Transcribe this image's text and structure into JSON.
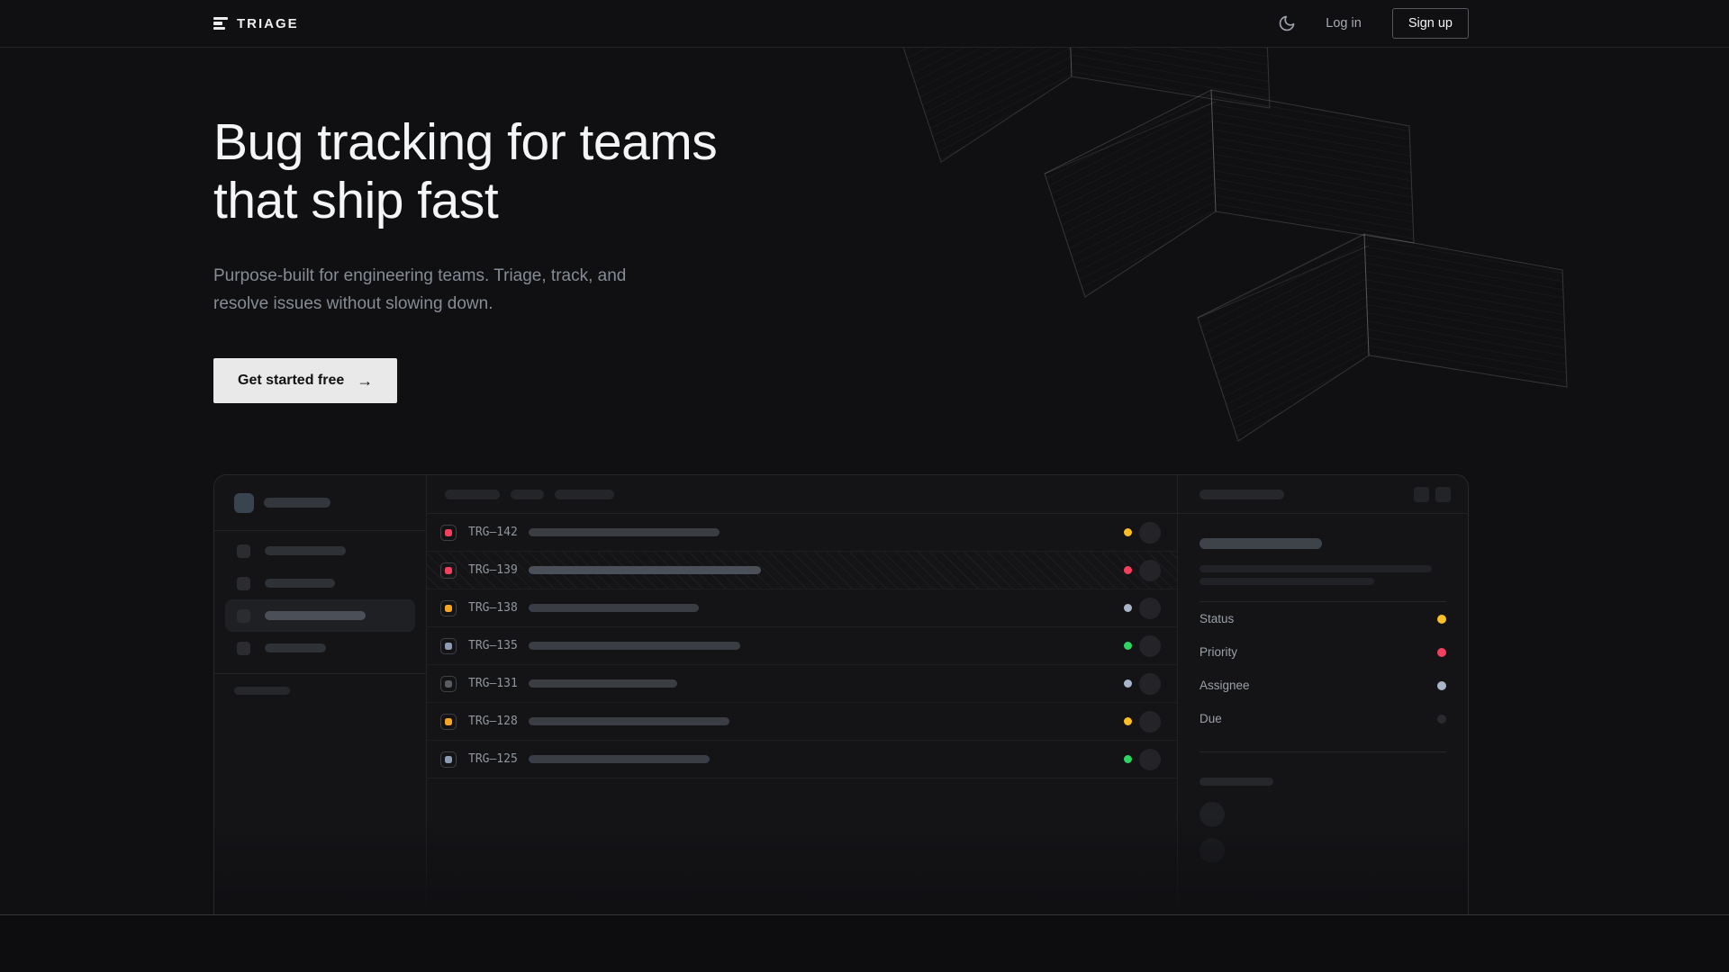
{
  "nav": {
    "brand": "TRIAGE",
    "login_label": "Log in",
    "signup_label": "Sign up"
  },
  "hero": {
    "title_line1": "Bug tracking for teams",
    "title_line2": "that ship fast",
    "subtitle": "Purpose-built for engineering teams. Triage, track, and resolve issues without slowing down.",
    "cta_label": "Get started free",
    "cta_arrow": "→"
  },
  "app_mockup": {
    "issues": [
      {
        "id": "TRG–142",
        "icon_color": "#f43f5e",
        "title_bar_width": 212,
        "status_color": "#fbbf24",
        "selected": false
      },
      {
        "id": "TRG–139",
        "icon_color": "#f43f5e",
        "title_bar_width": 258,
        "status_color": "#f43f5e",
        "selected": true
      },
      {
        "id": "TRG–138",
        "icon_color": "#f5a623",
        "title_bar_width": 189,
        "status_color": "#a9b6c9",
        "selected": false
      },
      {
        "id": "TRG–135",
        "icon_color": "#8d9cb3",
        "title_bar_width": 235,
        "status_color": "#2dd563",
        "selected": false
      },
      {
        "id": "TRG–131",
        "icon_color": "#595c63",
        "title_bar_width": 165,
        "status_color": "#a9b6c9",
        "selected": false
      },
      {
        "id": "TRG–128",
        "icon_color": "#f5a623",
        "title_bar_width": 223,
        "status_color": "#fbbf24",
        "selected": false
      },
      {
        "id": "TRG–125",
        "icon_color": "#8d9cb3",
        "title_bar_width": 201,
        "status_color": "#2dd563",
        "selected": false
      }
    ],
    "detail_panel": {
      "properties": [
        {
          "label": "Status",
          "color": "#fbbf24"
        },
        {
          "label": "Priority",
          "color": "#f43f5e"
        },
        {
          "label": "Assignee",
          "color": "#a9b6c9"
        },
        {
          "label": "Due",
          "color": "#2a2b30"
        }
      ]
    }
  },
  "colors": {
    "page_bg": "#101013",
    "mockup_bg": "#141417",
    "cta_bg": "#e9e9ea",
    "amber": "#fbbf24",
    "pink": "#f43f5e",
    "green": "#2dd563",
    "slate": "#a9b6c9"
  }
}
